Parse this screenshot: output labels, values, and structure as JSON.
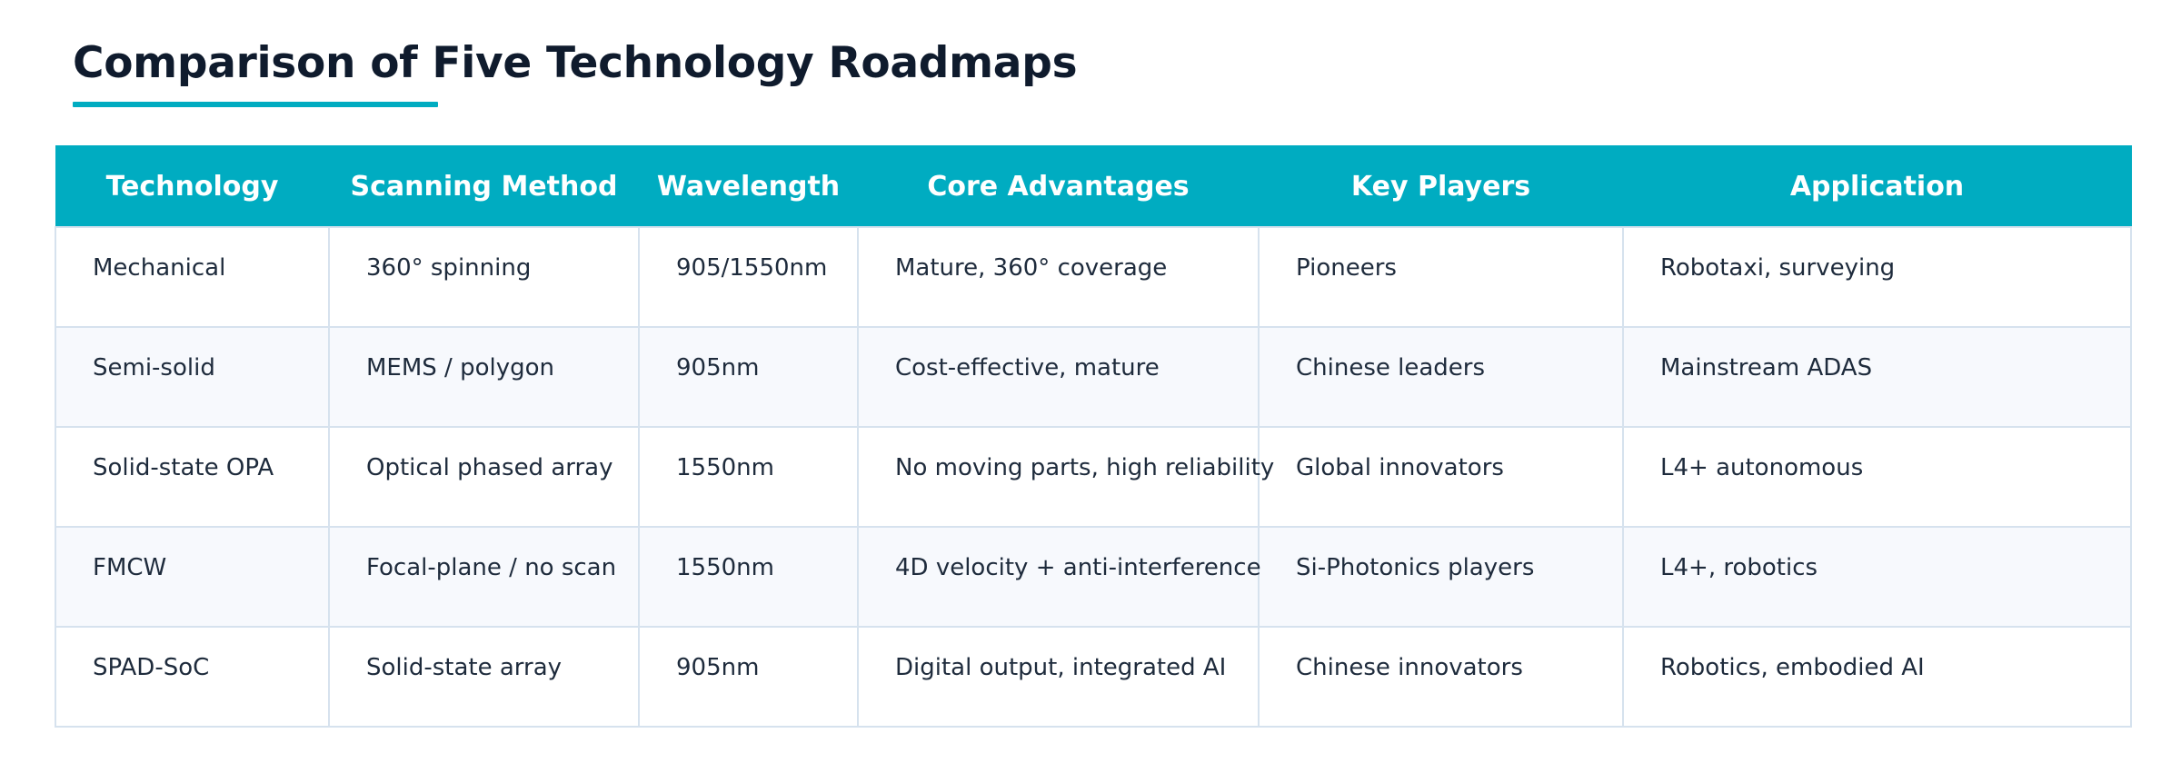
{
  "page": {
    "title": "Comparison of Five Technology Roadmaps"
  },
  "theme": {
    "accent": "#00acc1",
    "header_text": "#ffffff",
    "row_alt": "#f7f9fd",
    "grid": "#d6e2ee",
    "title_color": "#0f1b2d"
  },
  "table": {
    "headers": [
      "Technology",
      "Scanning Method",
      "Wavelength",
      "Core Advantages",
      "Key Players",
      "Application"
    ],
    "rows": [
      [
        "Mechanical",
        "360° spinning",
        "905/1550nm",
        "Mature, 360° coverage",
        "Pioneers",
        "Robotaxi, surveying"
      ],
      [
        "Semi-solid",
        "MEMS / polygon",
        "905nm",
        "Cost-effective, mature",
        "Chinese leaders",
        "Mainstream ADAS"
      ],
      [
        "Solid-state OPA",
        "Optical phased array",
        "1550nm",
        "No moving parts, high reliability",
        "Global innovators",
        "L4+ autonomous"
      ],
      [
        "FMCW",
        "Focal-plane / no scan",
        "1550nm",
        "4D velocity + anti-interference",
        "Si-Photonics players",
        "L4+, robotics"
      ],
      [
        "SPAD-SoC",
        "Solid-state array",
        "905nm",
        "Digital output, integrated AI",
        "Chinese innovators",
        "Robotics, embodied AI"
      ]
    ]
  }
}
